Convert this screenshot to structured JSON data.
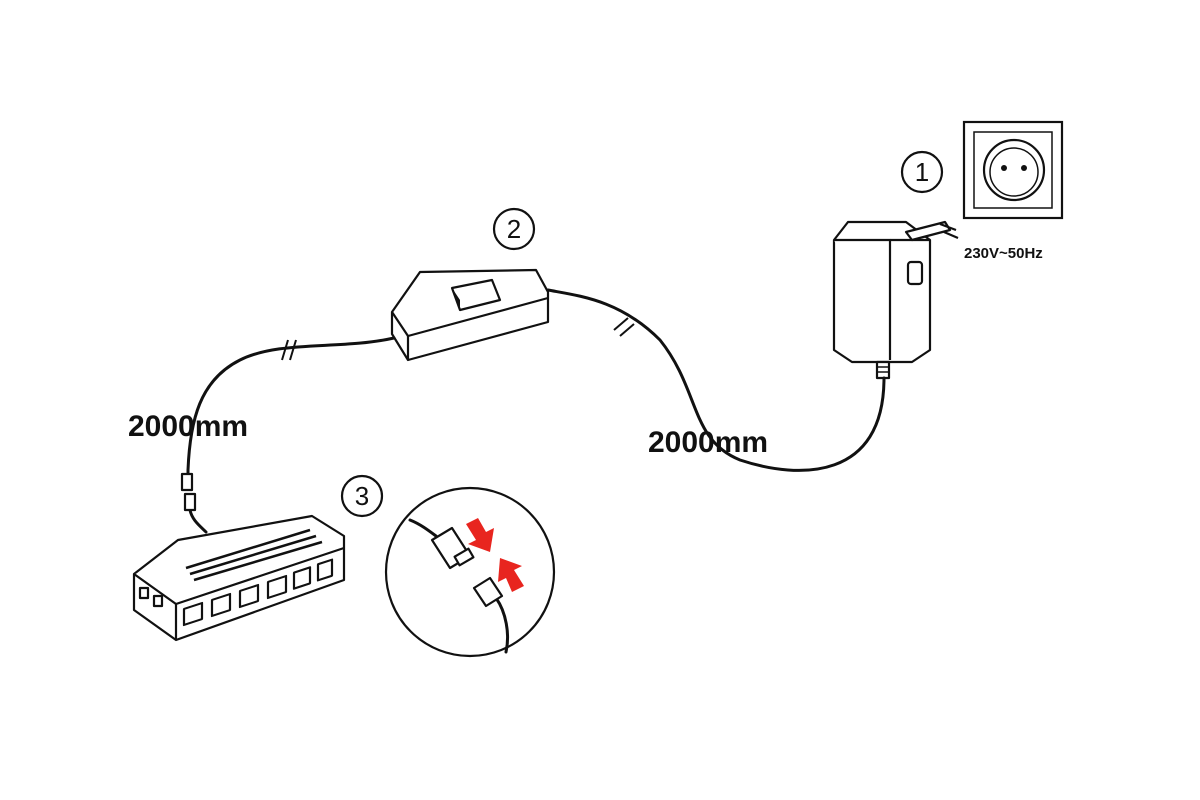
{
  "steps": {
    "step1": "1",
    "step2": "2",
    "step3": "3"
  },
  "labels": {
    "cable_left_length": "2000mm",
    "cable_right_length": "2000mm",
    "voltage": "230V~50Hz"
  },
  "colors": {
    "line": "#111111",
    "arrow": "#e8251f",
    "background": "#ffffff"
  },
  "icons": [
    "wall-socket-icon",
    "power-adapter-icon",
    "inline-switch-icon",
    "distributor-box-icon",
    "connector-detail-icon"
  ]
}
